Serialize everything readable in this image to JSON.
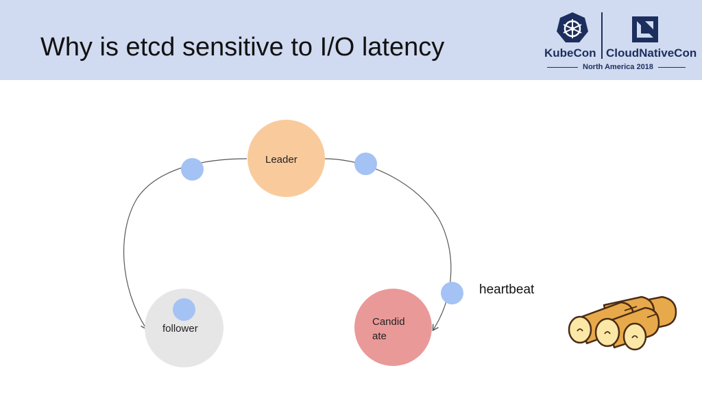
{
  "slide": {
    "title": "Why is etcd sensitive to I/O latency"
  },
  "branding": {
    "kubecon": "KubeCon",
    "cloudnativecon": "CloudNativeCon",
    "event": "North America 2018"
  },
  "diagram": {
    "nodes": {
      "leader": {
        "label": "Leader",
        "color": "#f9cb9c"
      },
      "follower": {
        "label": "follower",
        "color": "#e6e6e6"
      },
      "candidate": {
        "label": "Candid\nate",
        "color": "#ea9999"
      }
    },
    "message_color": "#a4c2f4",
    "heartbeat_label": "heartbeat"
  },
  "colors": {
    "header_bg": "#d0daf0",
    "brand_navy": "#1c2e5e",
    "log_fill": "#e8a94a",
    "log_end": "#fbe7a6"
  }
}
